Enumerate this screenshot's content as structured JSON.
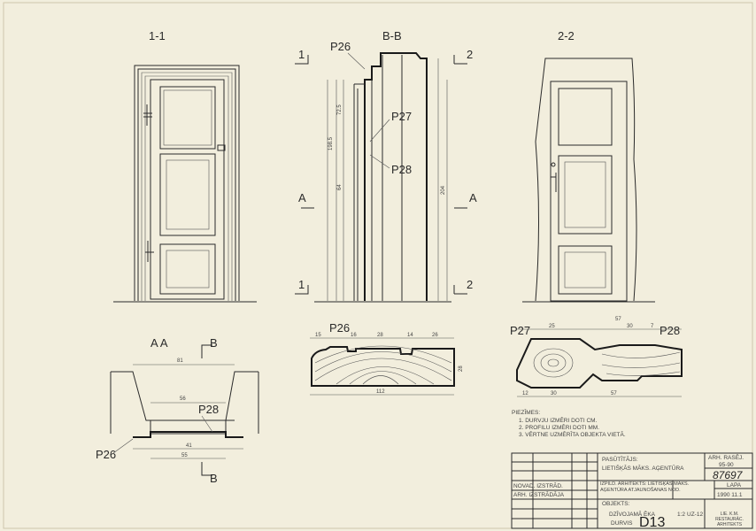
{
  "views": {
    "section_1_1": "1-1",
    "section_b_b": "B-B",
    "section_2_2": "2-2",
    "section_a_a": "A A",
    "marker_1": "1",
    "marker_2": "2",
    "marker_a": "A",
    "marker_b": "B"
  },
  "profiles": {
    "p26": "P26",
    "p27": "P27",
    "p28": "P28"
  },
  "dimensions": {
    "p26_top": [
      "15",
      "16",
      "28",
      "14",
      "26"
    ],
    "p26_bottom": "112",
    "p26_side": "28",
    "p27_top": [
      "25",
      "57",
      "30",
      "7"
    ],
    "p27_bottom": [
      "12",
      "30",
      "57"
    ],
    "aa_top": "81",
    "aa_mid": "56",
    "aa_bottom": [
      "41",
      "55"
    ],
    "bb_heights": [
      "198.5",
      "204",
      "72.5",
      "64"
    ]
  },
  "notes": {
    "title": "PIEZĪMES:",
    "items": [
      "1. DURVJU IZMĒRI DOTI CM.",
      "2. PROFILU IZMĒRI DOTI MM.",
      "3. VĒRTNE UZMĒRĪTA OBJEKTA VIETĀ."
    ]
  },
  "title_block": {
    "client_label": "PASŪTĪTĀJS:",
    "client": "LIETIŠĶĀS MĀKS. AĢENTŪRA",
    "project_no_label": "ARH. RASĒJ.",
    "project_no": "95-90",
    "sheet_code": "87697",
    "executor": "IZPILD. ARHITEKTS: LIETIŠĶĀS MĀKS. AĢENTŪRA ATJAUNOŠANAS NOD.",
    "object_label": "OBJEKTS:",
    "object": "DZĪVOJAMĀ ĒKA",
    "scale": "1:2",
    "stage": "UZ-12",
    "sheet_label": "LAPA",
    "sheet": "1990 11.1",
    "drawing_label": "DURVIS",
    "drawing_code": "D13",
    "org": "LIE. K.M. RESTAURĀC. ARHITEKTS",
    "signer_1": "NOVAD. IZSTRĀD.",
    "signer_2": "ARH. IZSTRĀDĀJA"
  }
}
